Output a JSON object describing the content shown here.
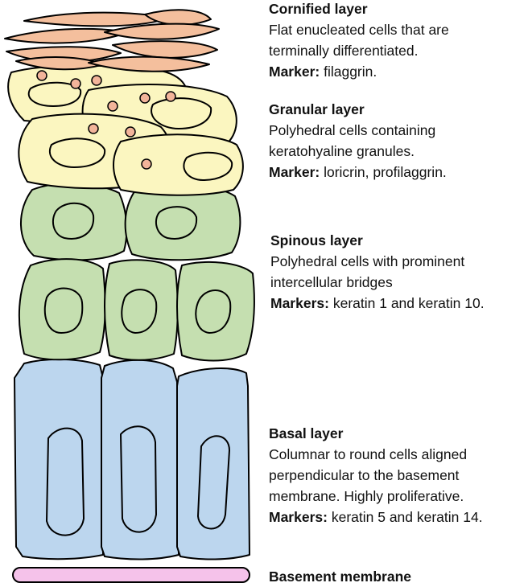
{
  "colors": {
    "cornified": "#f4bf9d",
    "granular": "#fbf6c0",
    "granule": "#f2b49a",
    "spinous": "#c5dfb0",
    "basal": "#bcd6ee",
    "basement": "#f5c2ea",
    "outline": "#000000"
  },
  "layers": {
    "cornified": {
      "title": "Cornified layer",
      "description": [
        "Flat enucleated cells that are",
        "terminally differentiated."
      ],
      "marker_key": "Marker:",
      "marker_value": " filaggrin."
    },
    "granular": {
      "title": "Granular layer",
      "description": [
        "Polyhedral cells containing",
        "keratohyaline granules."
      ],
      "marker_key": "Marker:",
      "marker_value": " loricrin, profilaggrin."
    },
    "spinous": {
      "title": "Spinous layer",
      "description": [
        "Polyhedral cells with prominent",
        "intercellular bridges"
      ],
      "marker_key": "Markers:",
      "marker_value": " keratin 1 and keratin 10."
    },
    "basal": {
      "title": "Basal layer",
      "description": [
        "Columnar to round cells aligned",
        "perpendicular to the basement",
        "membrane. Highly proliferative."
      ],
      "marker_key": "Markers:",
      "marker_value": " keratin 5 and keratin 14."
    },
    "basement": {
      "title": "Basement membrane"
    }
  }
}
